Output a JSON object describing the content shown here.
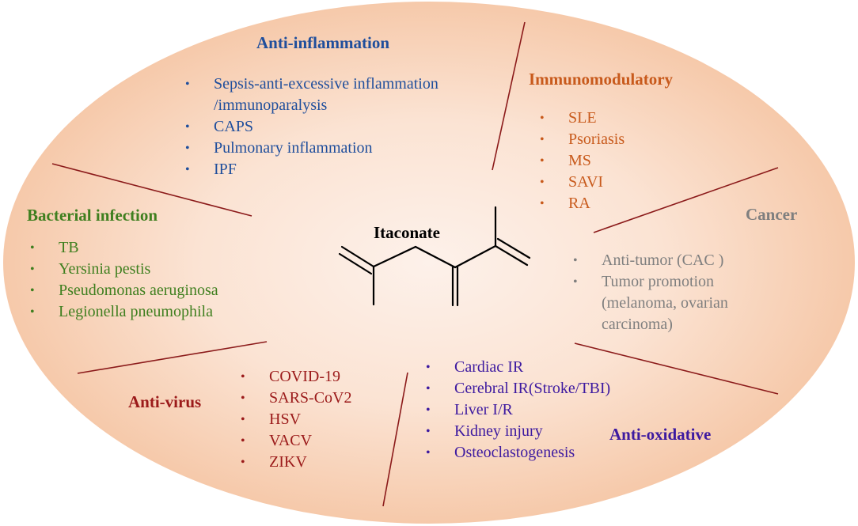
{
  "center": {
    "label": "Itaconate"
  },
  "colors": {
    "ellipse_outer": "#f6c9aa",
    "ellipse_inner": "#fdf1ea",
    "divider": "#8b1a1a",
    "anti_inflammation": "#1f4e9c",
    "immunomodulatory": "#c85a1c",
    "cancer": "#7f7f7f",
    "bacterial": "#3f7f1f",
    "anti_virus": "#9b1a1a",
    "anti_oxidative": "#3d1aa0"
  },
  "sections": {
    "anti_inflammation": {
      "title": "Anti-inflammation",
      "items": [
        "Sepsis-anti-excessive inflammation",
        "/immunoparalysis",
        "CAPS",
        "Pulmonary inflammation",
        "IPF"
      ]
    },
    "immunomodulatory": {
      "title": "Immunomodulatory",
      "items": [
        "SLE",
        "Psoriasis",
        "MS",
        "SAVI",
        "RA"
      ]
    },
    "cancer": {
      "title": "Cancer",
      "items": [
        "Anti-tumor (CAC )",
        "Tumor promotion",
        "(melanoma, ovarian",
        "carcinoma)"
      ]
    },
    "bacterial": {
      "title": "Bacterial infection",
      "items": [
        "TB",
        "Yersinia pestis",
        "Pseudomonas aeruginosa",
        "Legionella pneumophila"
      ]
    },
    "anti_virus": {
      "title": "Anti-virus",
      "items": [
        "COVID-19",
        "SARS-CoV2",
        "HSV",
        "VACV",
        "ZIKV"
      ]
    },
    "anti_oxidative": {
      "title": "Anti-oxidative",
      "items": [
        "Cardiac IR",
        "Cerebral IR(Stroke/TBI)",
        "Liver I/R",
        "Kidney injury",
        "Osteoclastogenesis"
      ]
    }
  }
}
